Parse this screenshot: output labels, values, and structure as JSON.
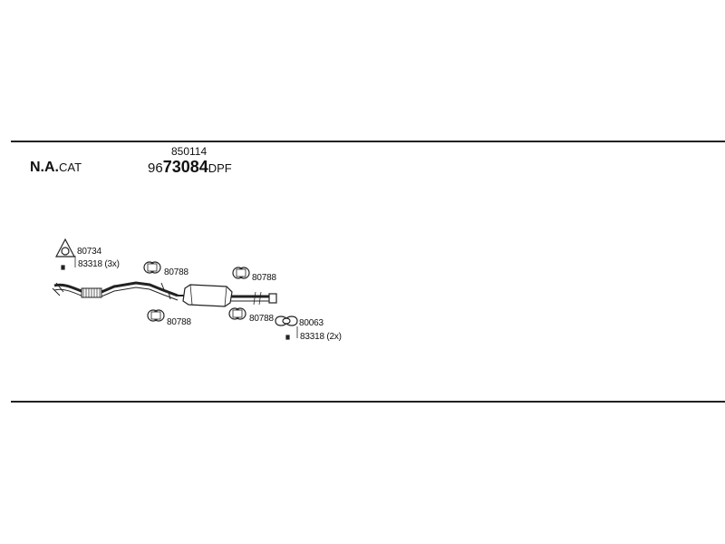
{
  "header": {
    "model_code_bold": "N.A.",
    "model_code_suffix": "CAT",
    "part_ref_top": "850114",
    "part_prefix": "96",
    "part_main": "73084",
    "part_suffix": "DPF"
  },
  "labels": {
    "gasket_front": "80734",
    "bolts_front": "83318 (3x)",
    "hanger_1": "80788",
    "hanger_2": "80788",
    "hanger_3": "80788",
    "hanger_4": "80788",
    "gasket_rear": "80063",
    "bolts_rear": "83318 (2x)"
  },
  "colors": {
    "line": "#222222",
    "background": "#ffffff"
  }
}
